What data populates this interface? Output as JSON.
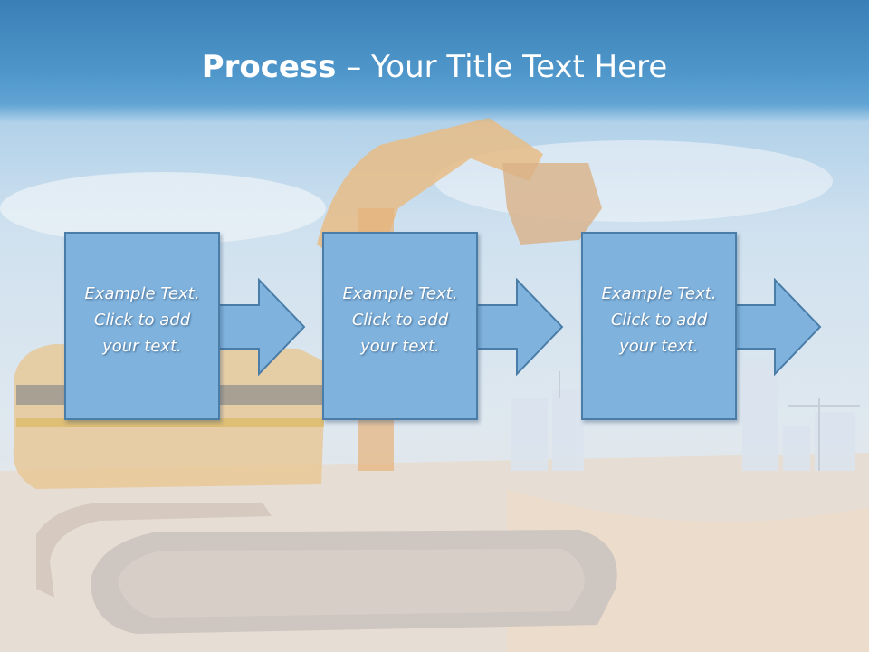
{
  "slide": {
    "title_bold": "Process",
    "title_rest": " – Your Title Text Here",
    "background_image": "construction-excavator-photo",
    "steps": [
      {
        "line1": "Example Text.",
        "line2": "Click  to add",
        "line3": "your text."
      },
      {
        "line1": "Example Text.",
        "line2": "Click  to add",
        "line3": "your text."
      },
      {
        "line1": "Example Text.",
        "line2": "Click  to add",
        "line3": "your text."
      }
    ],
    "colors": {
      "title_band": "#4f97cb",
      "box_fill": "#7fb3de",
      "box_border": "#4a7ea9",
      "text": "#ffffff"
    }
  }
}
